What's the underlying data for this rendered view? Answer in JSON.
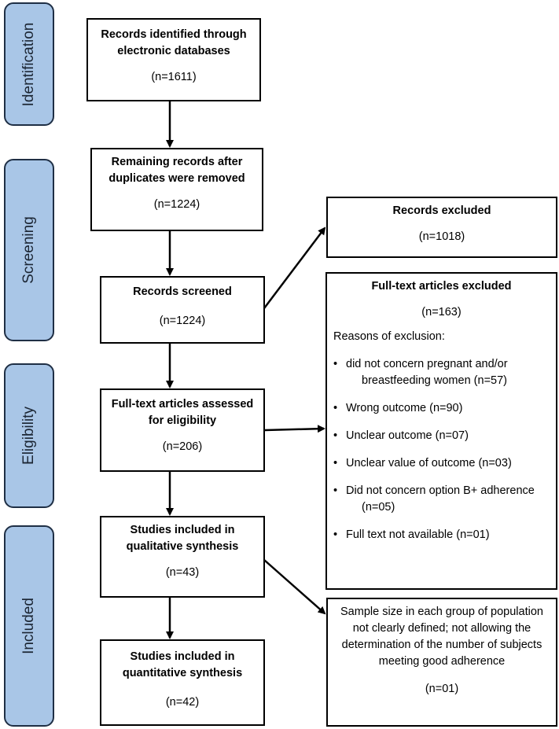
{
  "phases": {
    "identification": "Identification",
    "screening": "Screening",
    "eligibility": "Eligibility",
    "included": "Included"
  },
  "boxes": {
    "identified": {
      "title": "Records identified through electronic databases",
      "count": "(n=1611)"
    },
    "remaining": {
      "title": "Remaining records after duplicates were removed",
      "count": "(n=1224)"
    },
    "screened": {
      "title": "Records screened",
      "count": "(n=1224)"
    },
    "excluded_records": {
      "title": "Records excluded",
      "count": "(n=1018)"
    },
    "fulltext_assessed": {
      "title": "Full-text articles assessed for eligibility",
      "count": "(n=206)"
    },
    "fulltext_excluded": {
      "title": "Full-text articles excluded",
      "count": "(n=163)",
      "reasons_label": "Reasons of exclusion:",
      "reasons": [
        {
          "line1": "did not concern pregnant and/or",
          "line2": "breastfeeding women (n=57)"
        },
        {
          "line1": "Wrong outcome (n=90)",
          "line2": ""
        },
        {
          "line1": "Unclear outcome (n=07)",
          "line2": ""
        },
        {
          "line1": "Unclear value of outcome (n=03)",
          "line2": ""
        },
        {
          "line1": "Did not concern option B+ adherence",
          "line2": "(n=05)"
        },
        {
          "line1": "Full text not available (n=01)",
          "line2": ""
        }
      ]
    },
    "qualitative": {
      "title": "Studies included in qualitative synthesis",
      "count": "(n=43)"
    },
    "quantitative": {
      "title": "Studies included in quantitative synthesis",
      "count": "(n=42)"
    },
    "sample_size": {
      "text": "Sample size in each group of population not clearly defined; not allowing the determination of the number of subjects meeting good adherence",
      "count": "(n=01)"
    }
  }
}
